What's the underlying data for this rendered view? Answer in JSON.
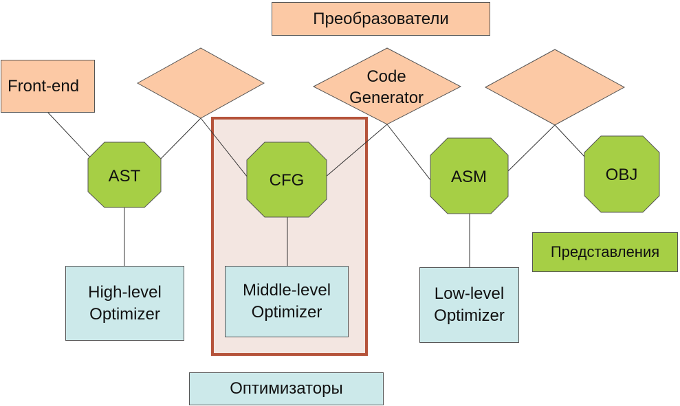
{
  "colors": {
    "transformer_fill": "#fcc9a5",
    "optimizer_fill": "#cce9ea",
    "representation_fill": "#a6cf45",
    "frame_stroke": "#b5533a",
    "frame_fill": "#f3e6e1"
  },
  "legend": {
    "transformers": "Преобразователи",
    "representations": "Представления",
    "optimizers": "Оптимизаторы"
  },
  "front_end": {
    "label": "Front-end"
  },
  "code_generator": {
    "line1": "Code",
    "line2": "Generator"
  },
  "representations": {
    "ast": "AST",
    "cfg": "CFG",
    "asm": "ASM",
    "obj": "OBJ"
  },
  "optimizers": {
    "high": {
      "line1": "High-level",
      "line2": "Optimizer"
    },
    "middle": {
      "line1": "Middle-level",
      "line2": "Optimizer"
    },
    "low": {
      "line1": "Low-level",
      "line2": "Optimizer"
    }
  }
}
